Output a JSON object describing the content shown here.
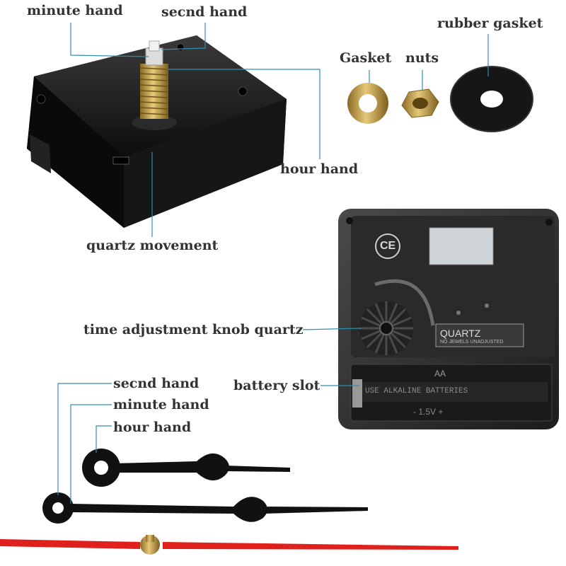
{
  "colors": {
    "leader": "#2f8fb0",
    "label": "#333333",
    "movement_body": "#1a1a1a",
    "brass": "#c7a14a",
    "second_hand": "#e0201c"
  },
  "labels": {
    "top_minute_hand": "minute hand",
    "top_second_hand": "secnd hand",
    "rubber_gasket": "rubber gasket",
    "gasket": "Gasket",
    "nuts": "nuts",
    "top_hour_hand": "hour hand",
    "quartz_movement": "quartz movement",
    "time_adjustment_knob": "time adjustment knob quartz",
    "battery_slot": "battery slot",
    "bottom_second_hand": "secnd hand",
    "bottom_minute_hand": "minute hand",
    "bottom_hour_hand": "hour hand"
  },
  "back_panel_text": {
    "ce_mark": "CE",
    "brand": "QUARTZ",
    "subtext": "NO JEWELS UNADJUSTED",
    "battery_type": "AA",
    "battery_note": "USE ALKALINE BATTERIES",
    "voltage": "- 1.5V +"
  }
}
